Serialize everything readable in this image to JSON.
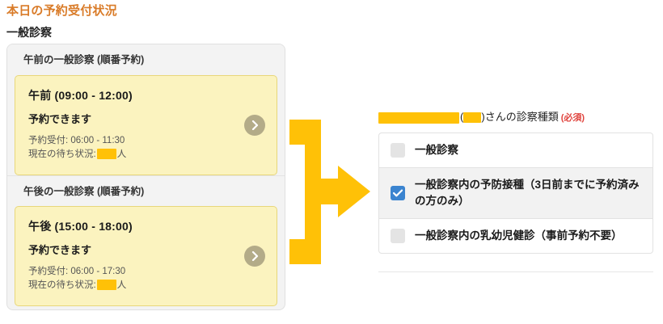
{
  "page": {
    "title": "本日の予約受付状況",
    "section_title": "一般診察"
  },
  "slots": [
    {
      "header": "午前の一般診察 (順番予約)",
      "time": "午前 (09:00 - 12:00)",
      "availability": "予約できます",
      "accept_label": "予約受付: 06:00 - 11:30",
      "wait_prefix": "現在の待ち状況:",
      "wait_suffix": "人",
      "chevron_icon": "chevron-right-icon"
    },
    {
      "header": "午後の一般診察 (順番予約)",
      "time": "午後 (15:00 - 18:00)",
      "availability": "予約できます",
      "accept_label": "予約受付: 06:00 - 17:30",
      "wait_prefix": "現在の待ち状況:",
      "wait_suffix": "人",
      "chevron_icon": "chevron-right-icon"
    }
  ],
  "flow": {
    "arrow_icon": "bracket-right-arrow-icon",
    "color": "#ffc107"
  },
  "form": {
    "label_middle": "(",
    "label_middle_close": ")",
    "label_tail": "さんの診察種類",
    "required_tag": "(必須)",
    "options": [
      {
        "label": "一般診察",
        "checked": false
      },
      {
        "label": "一般診察内の予防接種（3日前までに予約済みの方のみ）",
        "checked": true
      },
      {
        "label": "一般診察内の乳幼児健診（事前予約不要）",
        "checked": false
      }
    ]
  },
  "colors": {
    "title_orange": "#d97b28",
    "card_yellow": "#fbf3bf",
    "accent_yellow": "#ffc107",
    "checkbox_blue": "#3b84d0",
    "required_red": "#e0443e"
  }
}
